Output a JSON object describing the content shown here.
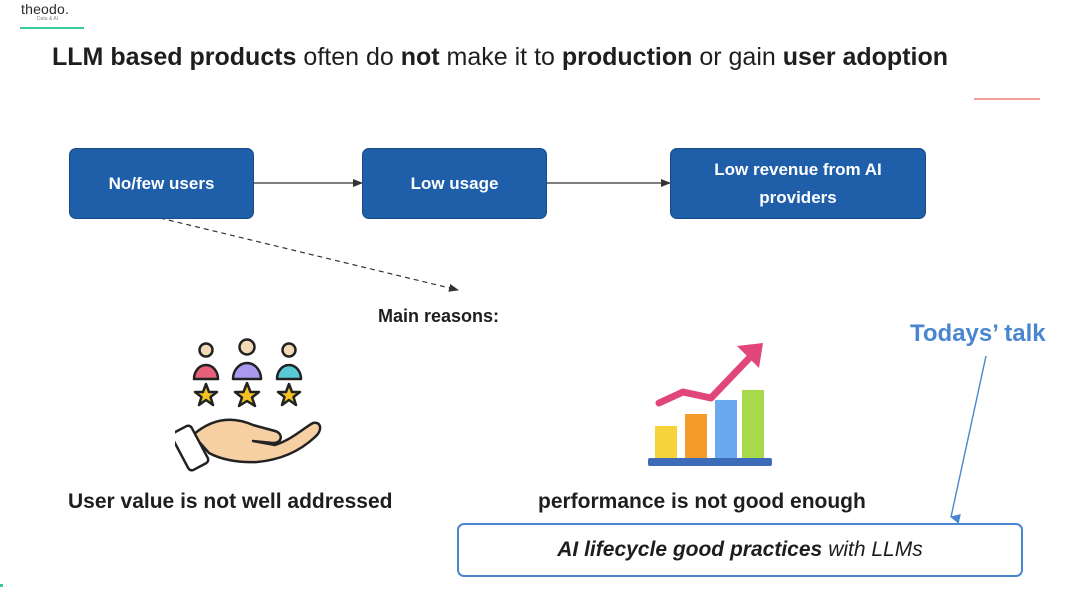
{
  "logo": {
    "name": "theodo.",
    "tagline": "Data & AI"
  },
  "title": {
    "parts": [
      {
        "text": "LLM based products",
        "bold": true
      },
      {
        "text": " often do ",
        "bold": false
      },
      {
        "text": "not",
        "bold": true
      },
      {
        "text": " make it to ",
        "bold": false
      },
      {
        "text": "production",
        "bold": true
      },
      {
        "text": " or gain ",
        "bold": false
      },
      {
        "text": "user adoption",
        "bold": true
      }
    ]
  },
  "flow": {
    "boxes": [
      {
        "id": "box1",
        "label": "No/few users"
      },
      {
        "id": "box2",
        "label": "Low usage"
      },
      {
        "id": "box3",
        "label": "Low revenue from AI providers"
      }
    ]
  },
  "reasons_label": "Main reasons:",
  "todays_talk": "Todays’ talk",
  "reasons": [
    {
      "caption": "User value is not well addressed",
      "icon": "hand-users-stars-icon"
    },
    {
      "caption": "performance is not good enough",
      "icon": "growth-chart-icon"
    }
  ],
  "callout": {
    "bold": "AI lifecycle good practices",
    "rest": "with LLMs"
  },
  "colors": {
    "box_fill": "#1f5ea8",
    "accent_blue": "#4a86cf",
    "logo_underline": "#3cc9a0",
    "red_line": "#f0a29a"
  }
}
